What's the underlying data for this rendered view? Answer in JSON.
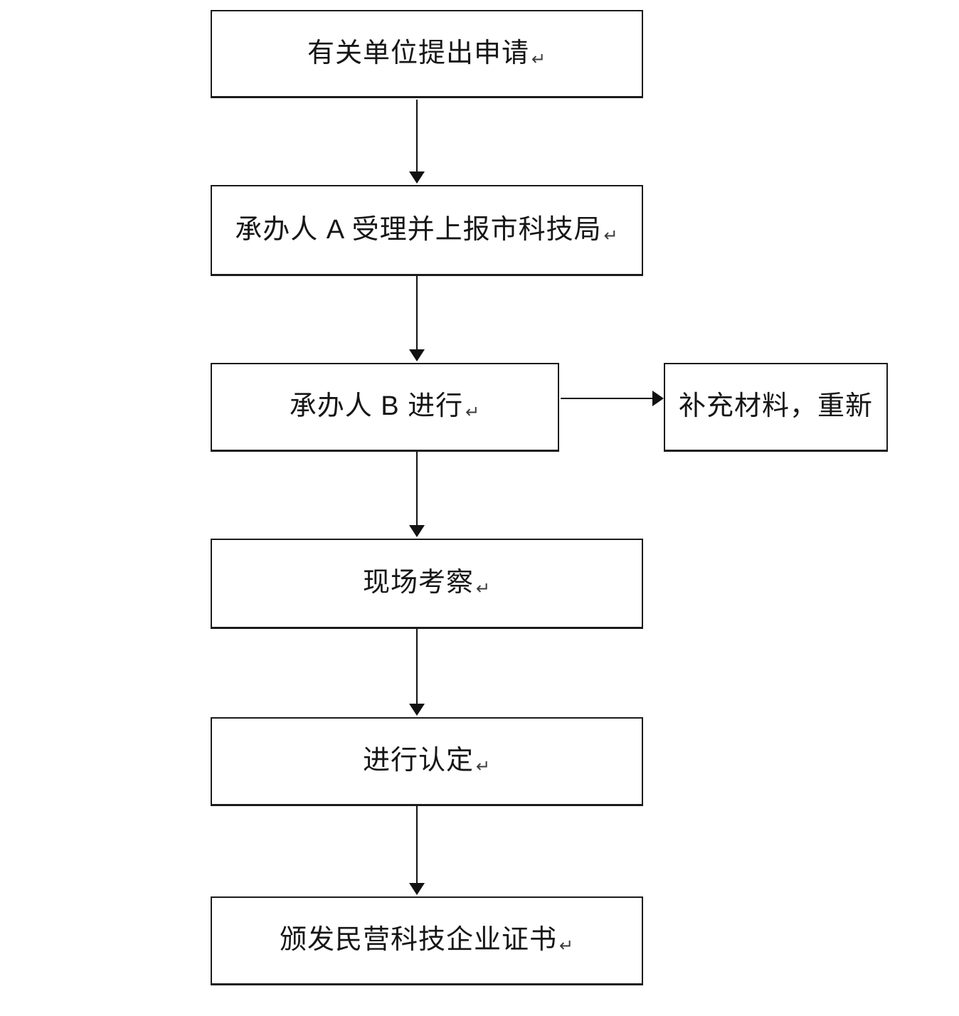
{
  "flowchart": {
    "type": "process-flow",
    "return_mark": "↵",
    "colors": {
      "box_border": "#1b1b1b",
      "text": "#161616",
      "arrow": "#121212",
      "background": "#ffffff"
    },
    "nodes": [
      {
        "id": "apply",
        "label": "有关单位提出申请",
        "has_return_mark": true
      },
      {
        "id": "handler-a-accept",
        "label": "承办人 A 受理并上报市科技局",
        "has_return_mark": true
      },
      {
        "id": "handler-b-review",
        "label": "承办人 B 进行",
        "has_return_mark": true
      },
      {
        "id": "supplement-materials",
        "label": "补充材料，重新",
        "has_return_mark": false
      },
      {
        "id": "site-inspection",
        "label": "现场考察",
        "has_return_mark": true
      },
      {
        "id": "certification",
        "label": "进行认定",
        "has_return_mark": true
      },
      {
        "id": "issue-certificate",
        "label": "颁发民营科技企业证书",
        "has_return_mark": true
      }
    ],
    "edges": [
      {
        "from": "apply",
        "to": "handler-a-accept",
        "direction": "down"
      },
      {
        "from": "handler-a-accept",
        "to": "handler-b-review",
        "direction": "down"
      },
      {
        "from": "handler-b-review",
        "to": "supplement-materials",
        "direction": "right"
      },
      {
        "from": "handler-b-review",
        "to": "site-inspection",
        "direction": "down"
      },
      {
        "from": "site-inspection",
        "to": "certification",
        "direction": "down"
      },
      {
        "from": "certification",
        "to": "issue-certificate",
        "direction": "down"
      }
    ]
  }
}
